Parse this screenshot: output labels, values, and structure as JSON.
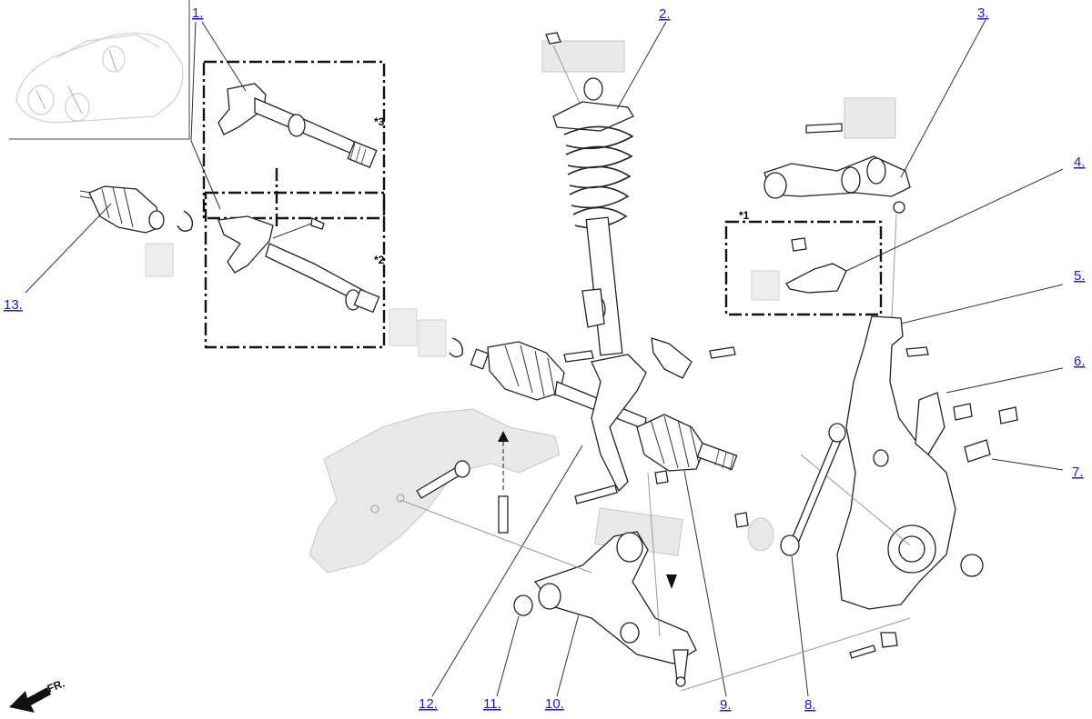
{
  "callouts": [
    {
      "id": "1",
      "label": "1."
    },
    {
      "id": "2",
      "label": "2."
    },
    {
      "id": "3",
      "label": "3."
    },
    {
      "id": "4",
      "label": "4."
    },
    {
      "id": "5",
      "label": "5."
    },
    {
      "id": "6",
      "label": "6."
    },
    {
      "id": "7",
      "label": "7."
    },
    {
      "id": "8",
      "label": "8."
    },
    {
      "id": "9",
      "label": "9."
    },
    {
      "id": "10",
      "label": "10."
    },
    {
      "id": "11",
      "label": "11."
    },
    {
      "id": "12",
      "label": "12."
    },
    {
      "id": "13",
      "label": "13."
    }
  ],
  "variants": {
    "v1": "*1",
    "v2": "*2",
    "v3": "*3"
  },
  "direction_label": "FR.",
  "colors": {
    "link": "#1a1ad6",
    "outline": "#222222",
    "ghost": "#e9e9e9"
  }
}
